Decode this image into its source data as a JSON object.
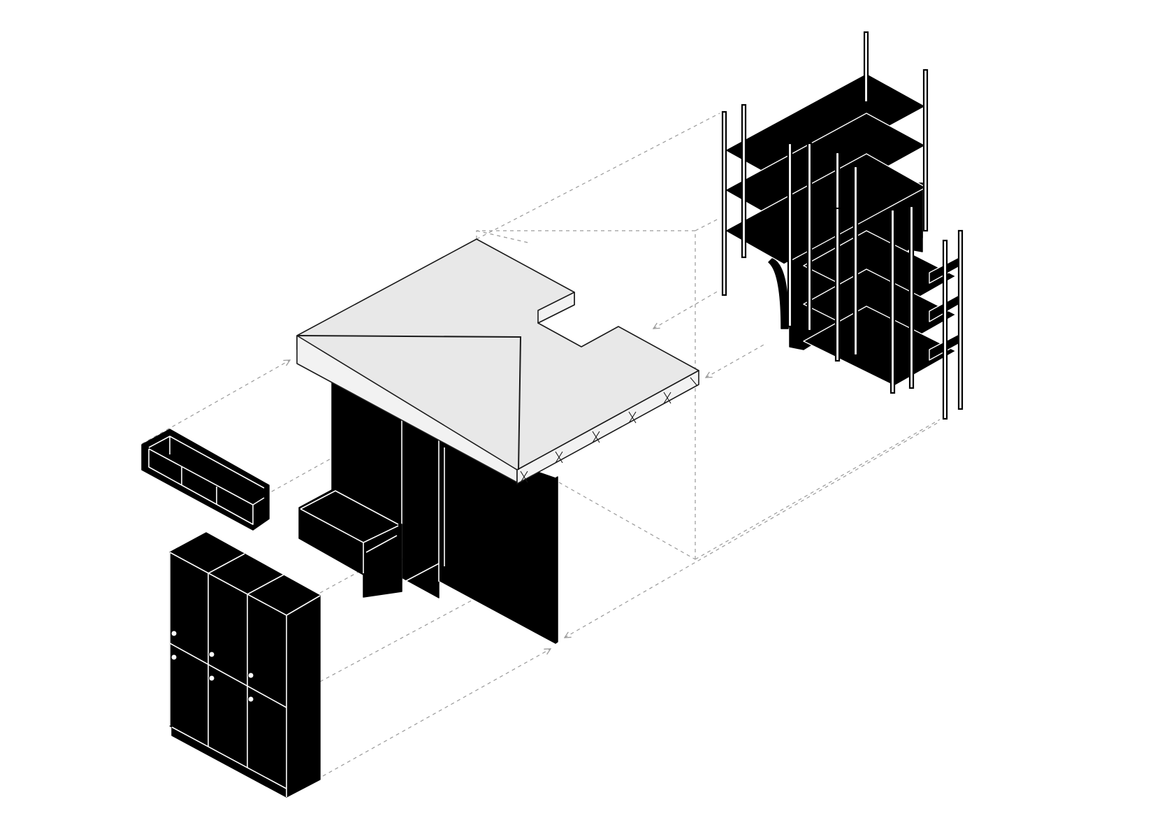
{
  "diagram": {
    "type": "exploded isometric furniture diagram",
    "components": [
      {
        "id": "roof-platform",
        "icon": "roof-platform-icon"
      },
      {
        "id": "central-partition",
        "icon": "wall-block-icon"
      },
      {
        "id": "bench-seat",
        "icon": "bench-icon"
      },
      {
        "id": "cubby-shelf",
        "icon": "open-shelf-icon"
      },
      {
        "id": "locker-cabinet",
        "icon": "wardrobe-icon"
      },
      {
        "id": "shelving-frame",
        "icon": "rack-frame-icon"
      }
    ],
    "colors": {
      "solid": "#000000",
      "roof_fill": "#e8e8e8",
      "guide_lines": "#9a9a9a",
      "background": "#ffffff"
    }
  }
}
